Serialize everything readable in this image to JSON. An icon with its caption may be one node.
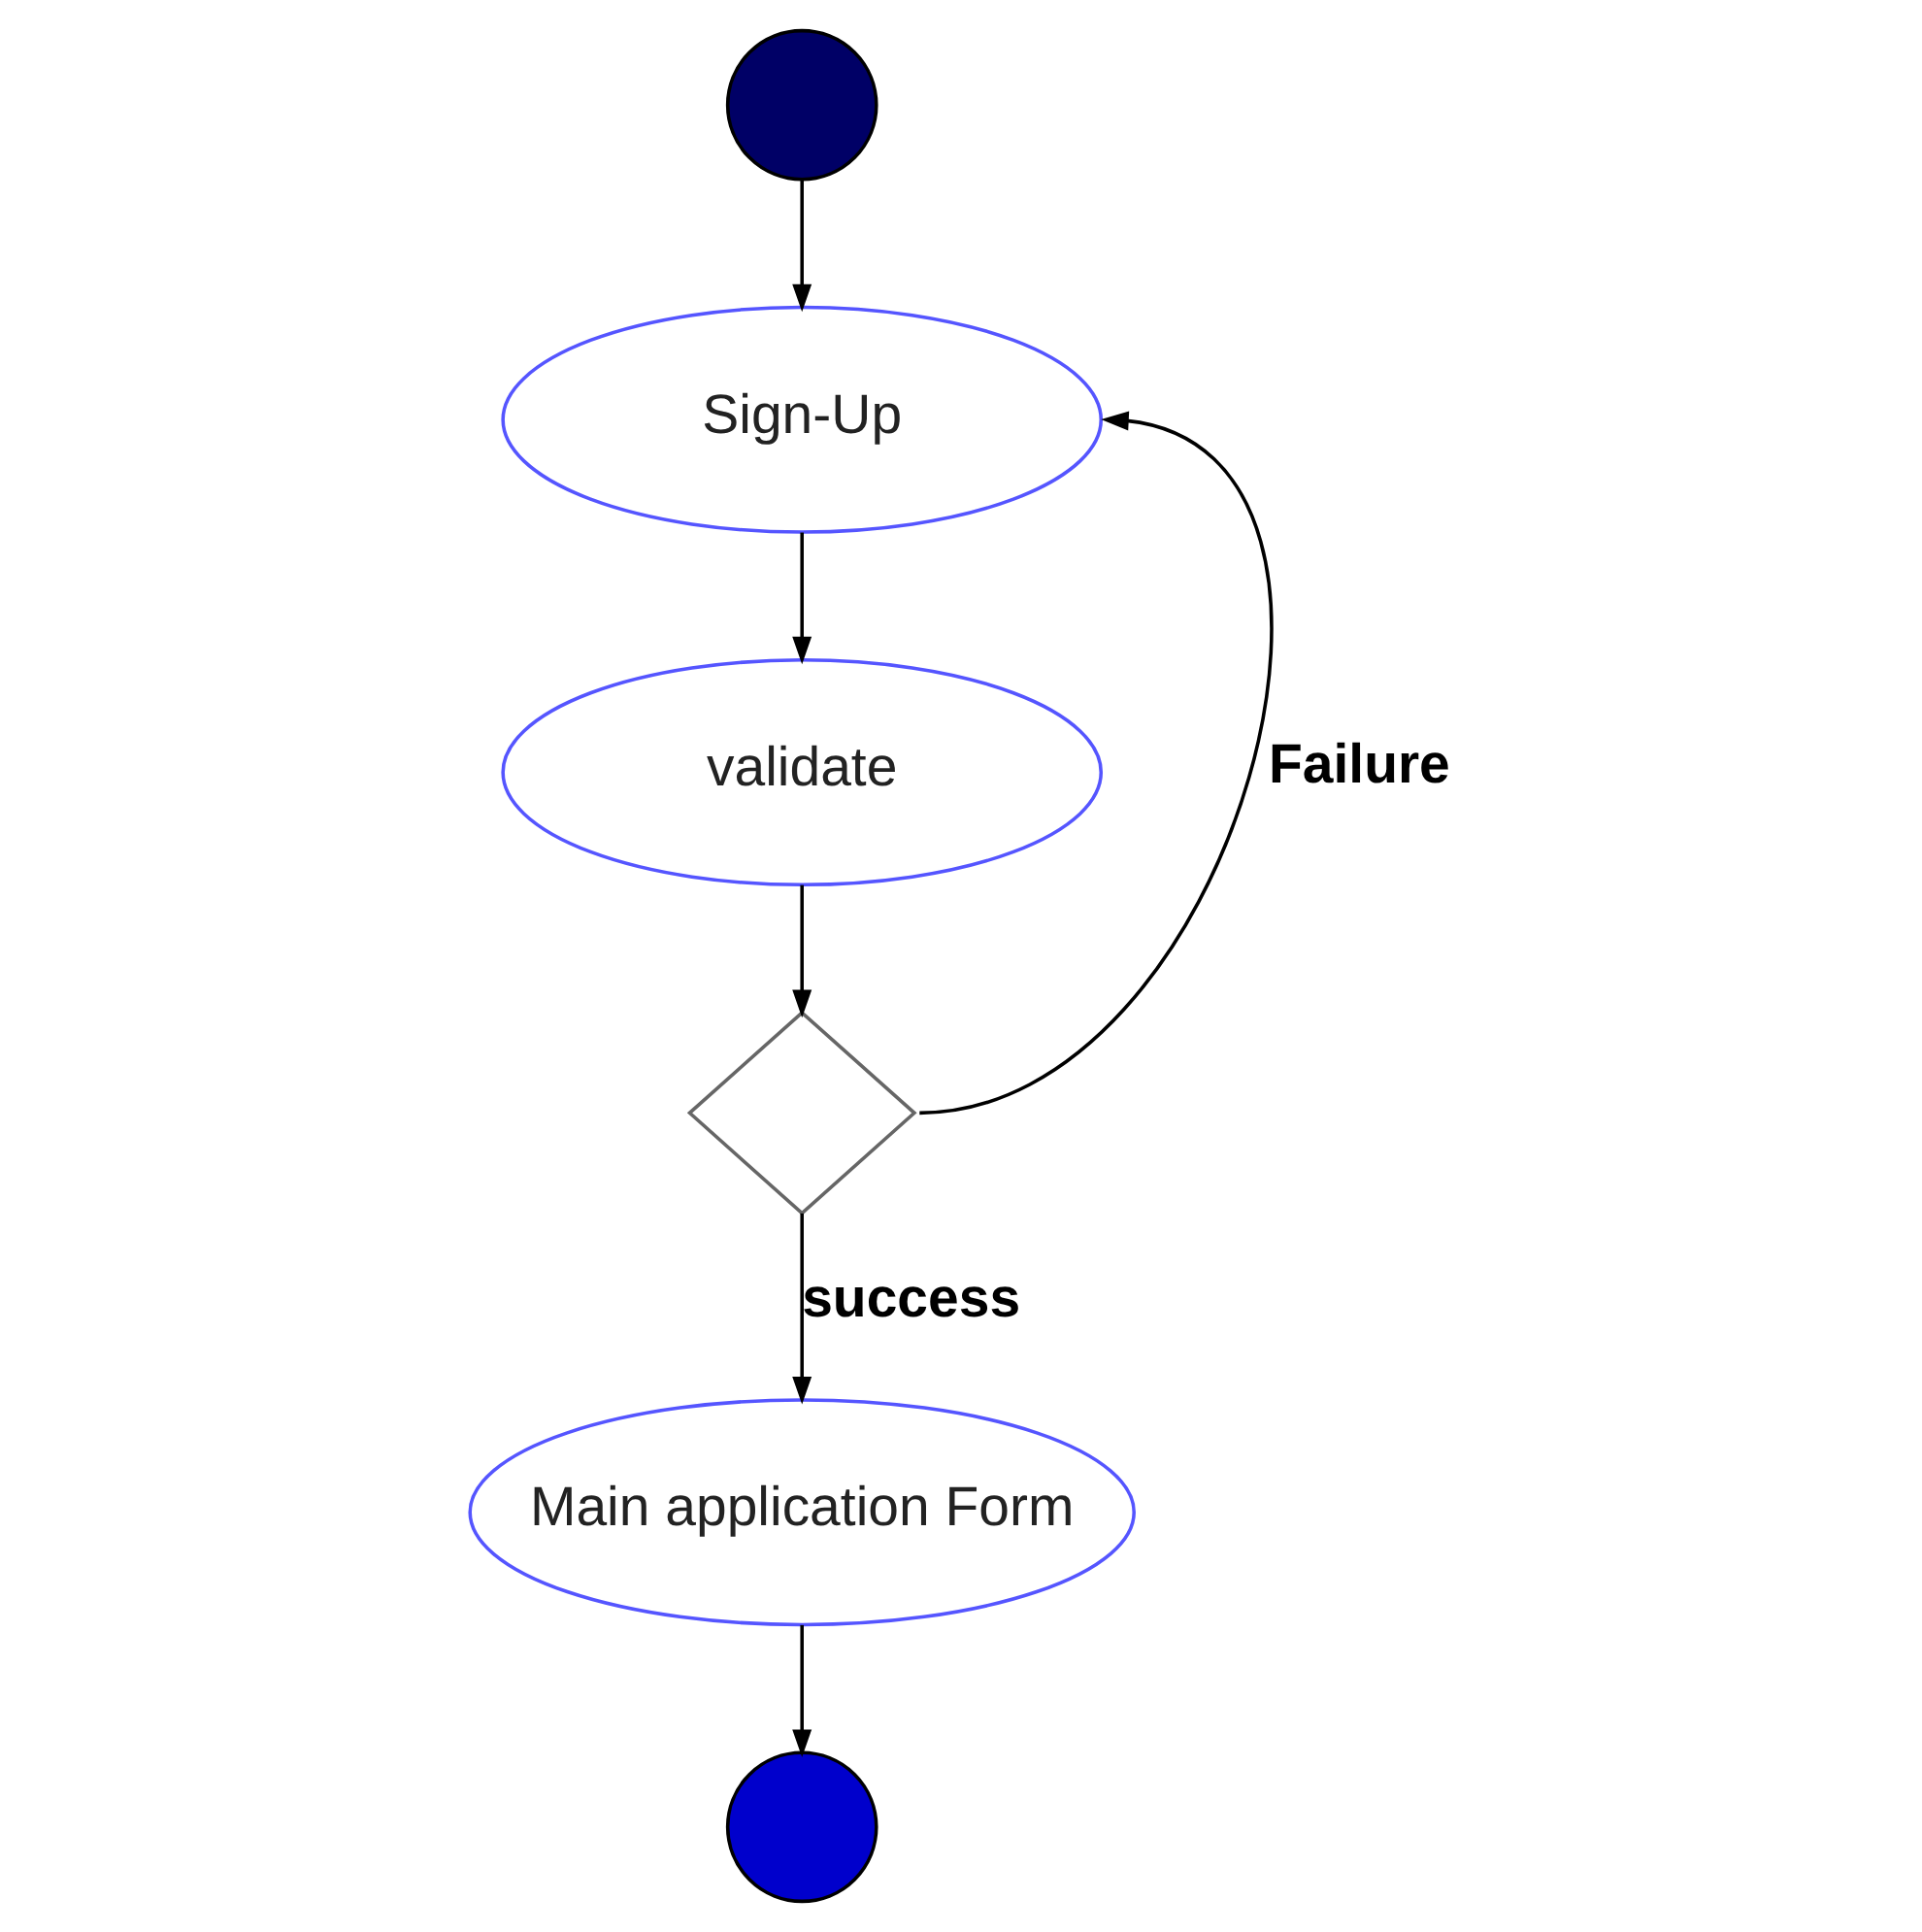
{
  "diagram": {
    "nodes": [
      {
        "text": [],
        "shape": "circle"
      },
      {
        "text": [
          "Sign-Up"
        ]
      },
      {
        "text": [
          "validate"
        ]
      },
      {
        "text": [],
        "shape": "diamond"
      },
      {
        "text": [
          "Main application Form"
        ]
      },
      {
        "text": [],
        "shape": "circle"
      }
    ],
    "edges": [
      {
        "from": 0,
        "to": 1,
        "arrow": "to"
      },
      {
        "from": 1,
        "to": 2,
        "arrow": "to"
      },
      {
        "from": 2,
        "to": 3,
        "arrow": "to"
      },
      {
        "from": 3,
        "to": 4,
        "arrow": "to",
        "label": "success"
      },
      {
        "from": 3,
        "to": 1,
        "arrow": "to",
        "label": "Failure"
      },
      {
        "from": 4,
        "to": 5,
        "arrow": "to"
      }
    ]
  }
}
